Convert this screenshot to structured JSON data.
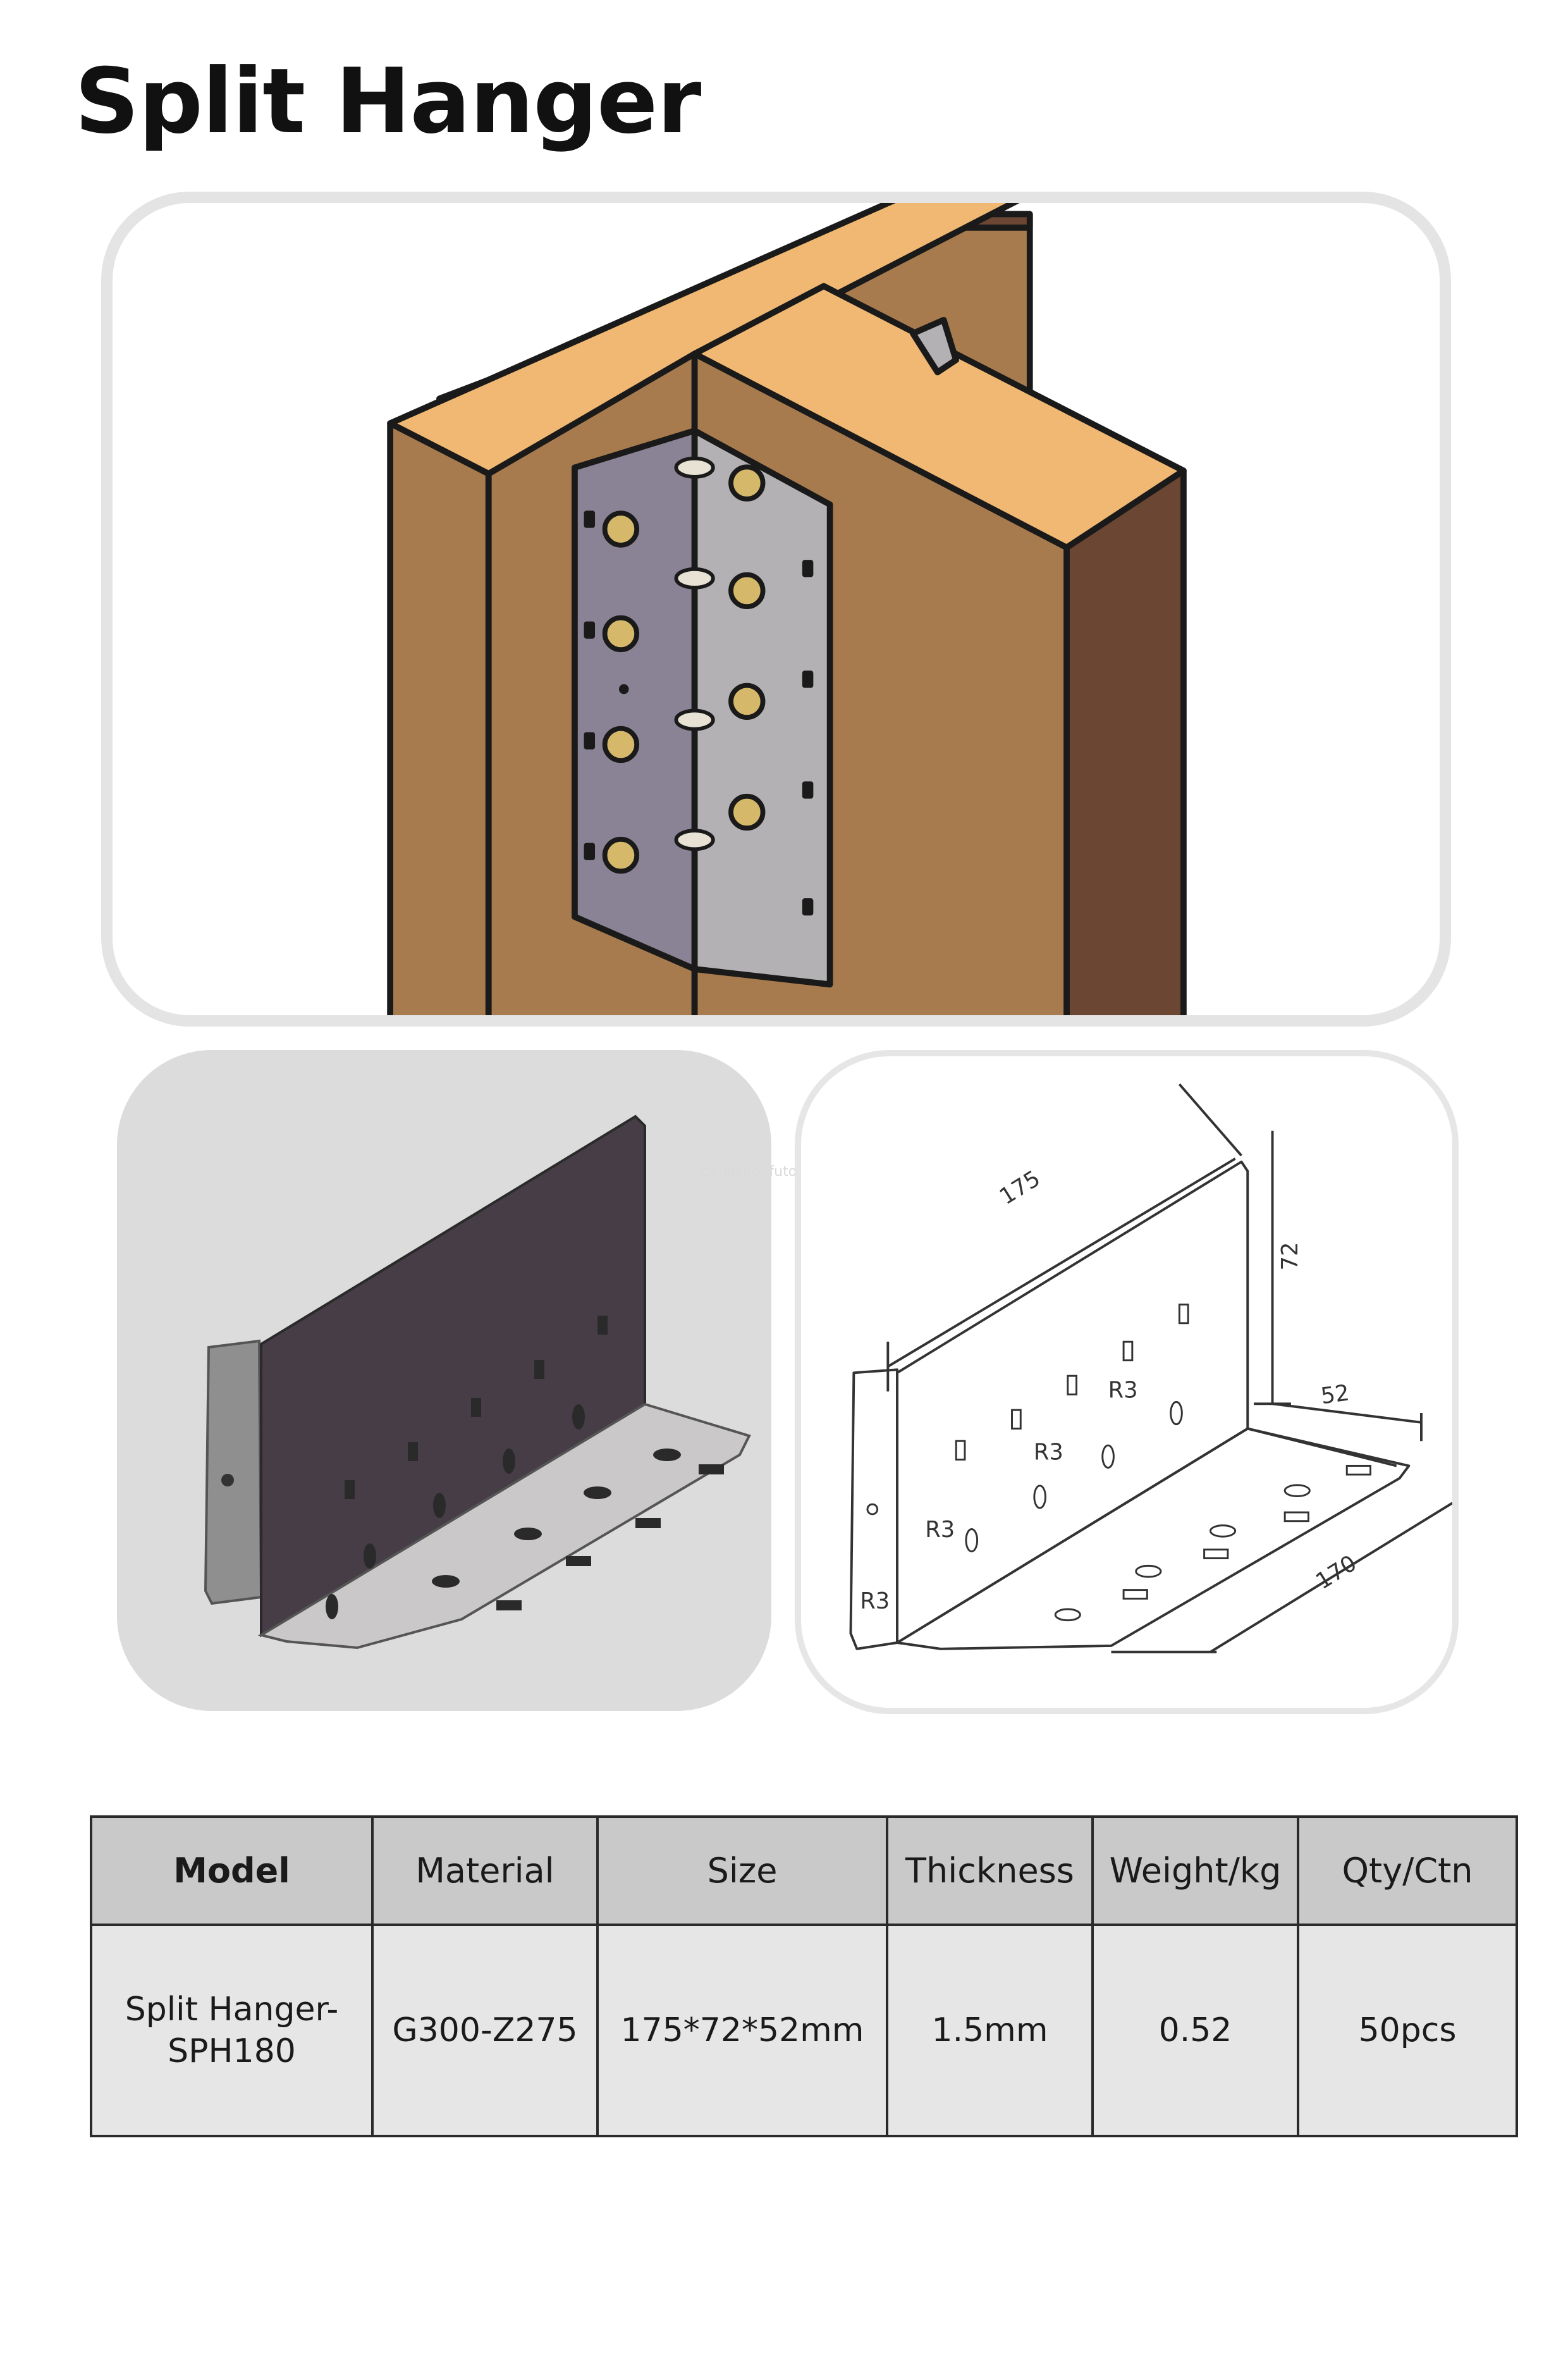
{
  "page": {
    "title": "Split Hanger"
  },
  "watermark": "cangzhoufutong.com",
  "drawing": {
    "dimensions": {
      "length": "175",
      "height": "72",
      "width": "52",
      "base_length": "170"
    },
    "radius_labels": [
      "R3",
      "R3",
      "R3",
      "R3"
    ]
  },
  "spec_table": {
    "headers": [
      "Model",
      "Material",
      "Size",
      "Thickness",
      "Weight/kg",
      "Qty/Ctn"
    ],
    "rows": [
      [
        "Split Hanger-SPH180",
        "G300-Z275",
        "175*72*52mm",
        "1.5mm",
        "0.52",
        "50pcs"
      ]
    ]
  },
  "colors": {
    "wood_top": "#f1b873",
    "wood_side": "#a87b4e",
    "wood_dark": "#6b4633",
    "metal_left": "#8a8395",
    "metal_right": "#b4b1b4",
    "header_bg": "#c9c9c9",
    "cell_bg": "#e6e6e6"
  }
}
